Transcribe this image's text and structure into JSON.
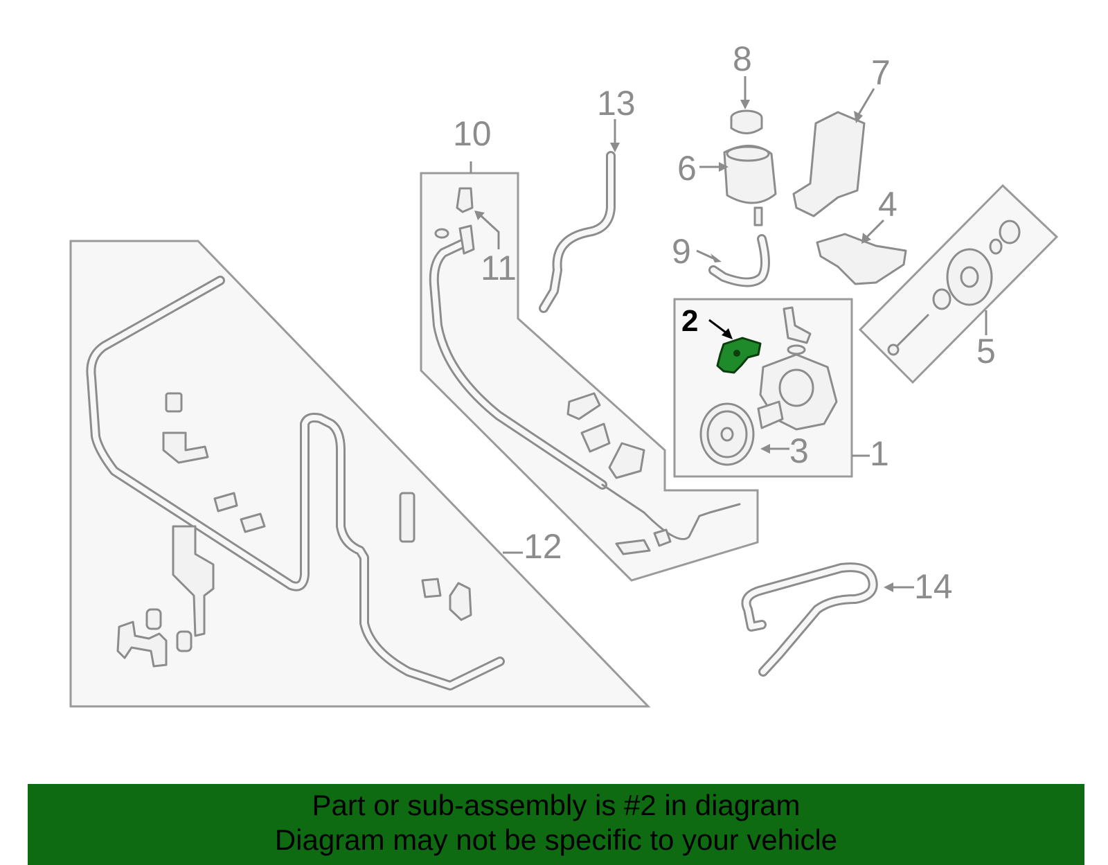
{
  "callouts": {
    "c1": "1",
    "c2": "2",
    "c3": "3",
    "c4": "4",
    "c5": "5",
    "c6": "6",
    "c7": "7",
    "c8": "8",
    "c9": "9",
    "c10": "10",
    "c11": "11",
    "c12": "12",
    "c13": "13",
    "c14": "14"
  },
  "highlight": {
    "part_number": "2",
    "color": "#1f8a2a"
  },
  "banner": {
    "line1": "Part or sub-assembly is #2 in diagram",
    "line2": "Diagram may not be specific to your vehicle",
    "background": "#0f6b12"
  }
}
